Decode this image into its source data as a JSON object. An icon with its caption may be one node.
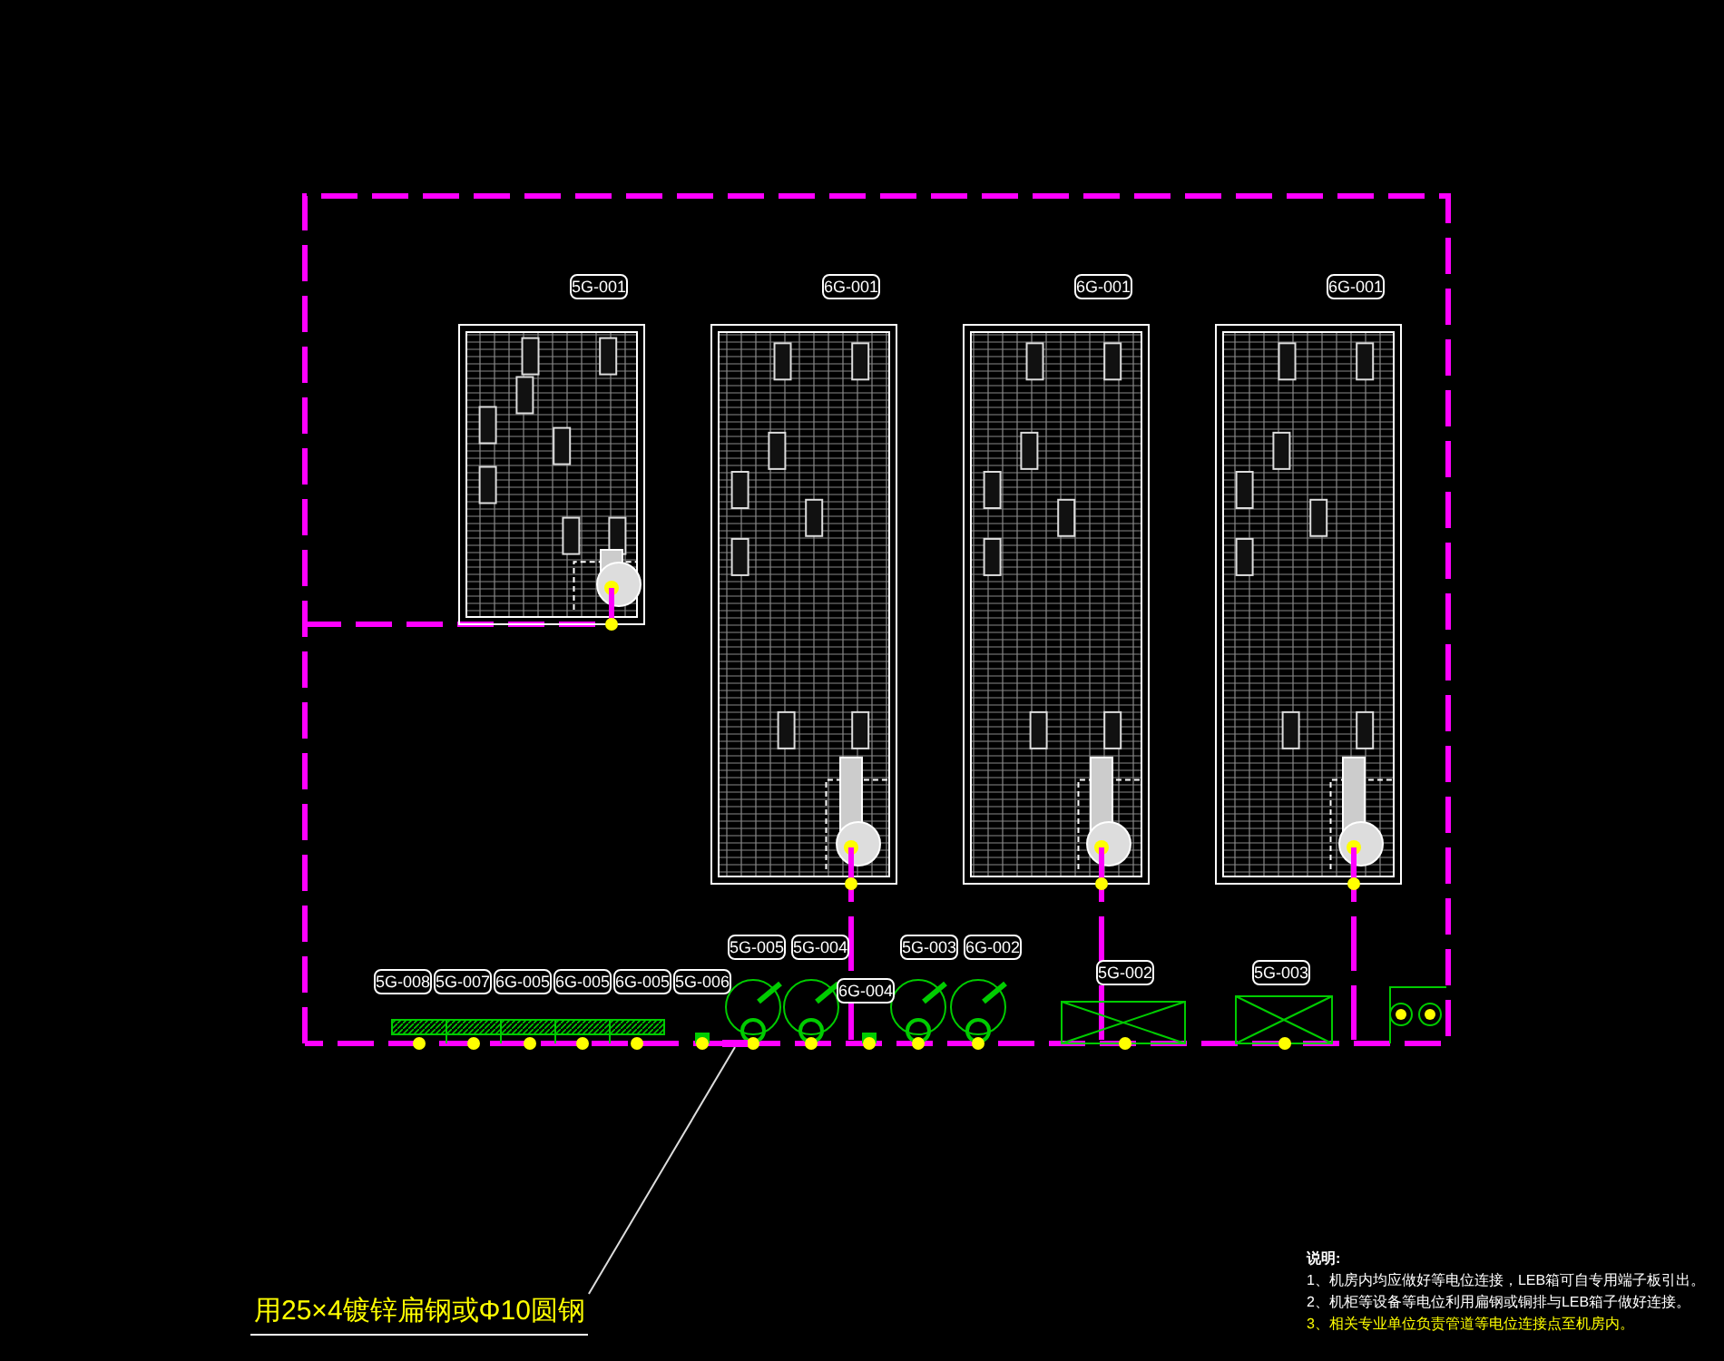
{
  "diagram": {
    "nodes": [
      {
        "text": [
          "5G-001"
        ]
      },
      {
        "text": [
          "6G-001"
        ]
      },
      {
        "text": [
          "6G-001"
        ]
      },
      {
        "text": [
          "6G-001"
        ]
      },
      {
        "text": [
          "5G-005"
        ]
      },
      {
        "text": [
          "5G-004"
        ]
      },
      {
        "text": [
          "5G-003"
        ]
      },
      {
        "text": [
          "6G-002"
        ]
      },
      {
        "text": [
          "5G-008"
        ]
      },
      {
        "text": [
          "5G-007"
        ]
      },
      {
        "text": [
          "6G-005"
        ]
      },
      {
        "text": [
          "6G-005"
        ]
      },
      {
        "text": [
          "6G-005"
        ]
      },
      {
        "text": [
          "5G-006"
        ]
      },
      {
        "text": [
          "6G-004"
        ]
      },
      {
        "text": [
          "5G-002"
        ]
      },
      {
        "text": [
          "5G-003"
        ]
      },
      {
        "text": [
          "用25×4镀锌扁钢或Φ10圆钢"
        ]
      },
      {
        "text": [],
        "shape": "bar"
      }
    ],
    "edges": [
      {
        "from": 17,
        "to": 18,
        "arrow": "none"
      }
    ],
    "labels": [
      "说明:",
      "1、机房内均应做好等电位连接，LEB箱可自专用端子板引出。",
      "2、机柜等设备等电位利用扁钢或铜排与LEB箱子做好连接。",
      "3、相关专业单位负责管道等电位连接点至机房内。"
    ]
  }
}
